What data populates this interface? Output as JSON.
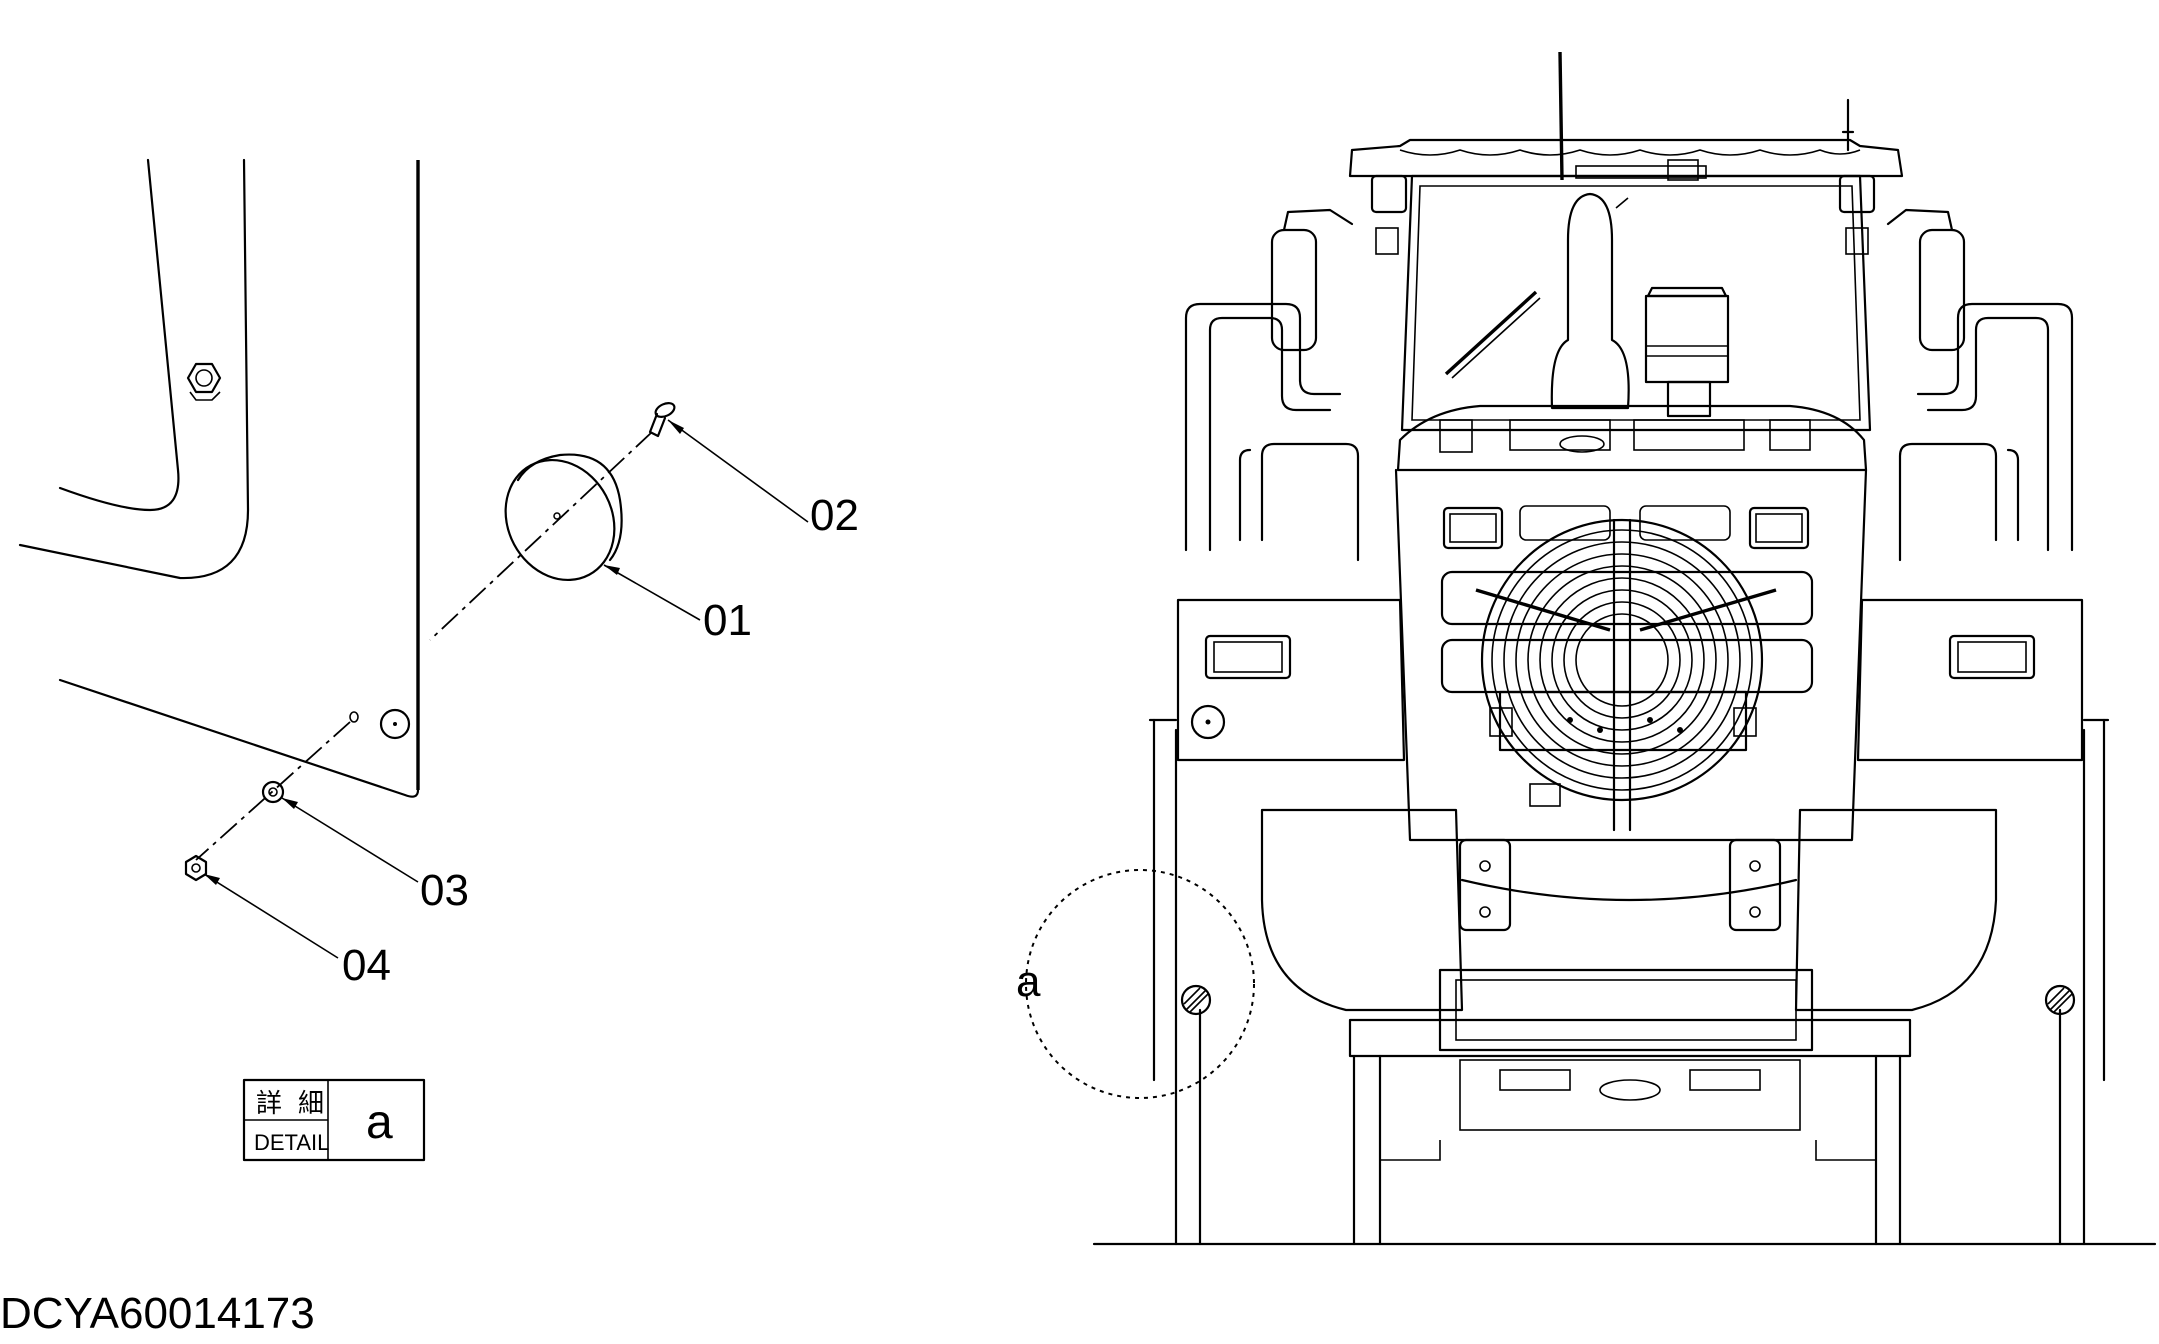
{
  "callouts": {
    "part_01": "01",
    "part_02": "02",
    "part_03": "03",
    "part_04": "04",
    "detail_marker": "a"
  },
  "detail_box": {
    "kanji_1": "詳",
    "kanji_2": "細",
    "word": "DETAIL",
    "letter": "a"
  },
  "drawing_code": "DCYA60014173"
}
